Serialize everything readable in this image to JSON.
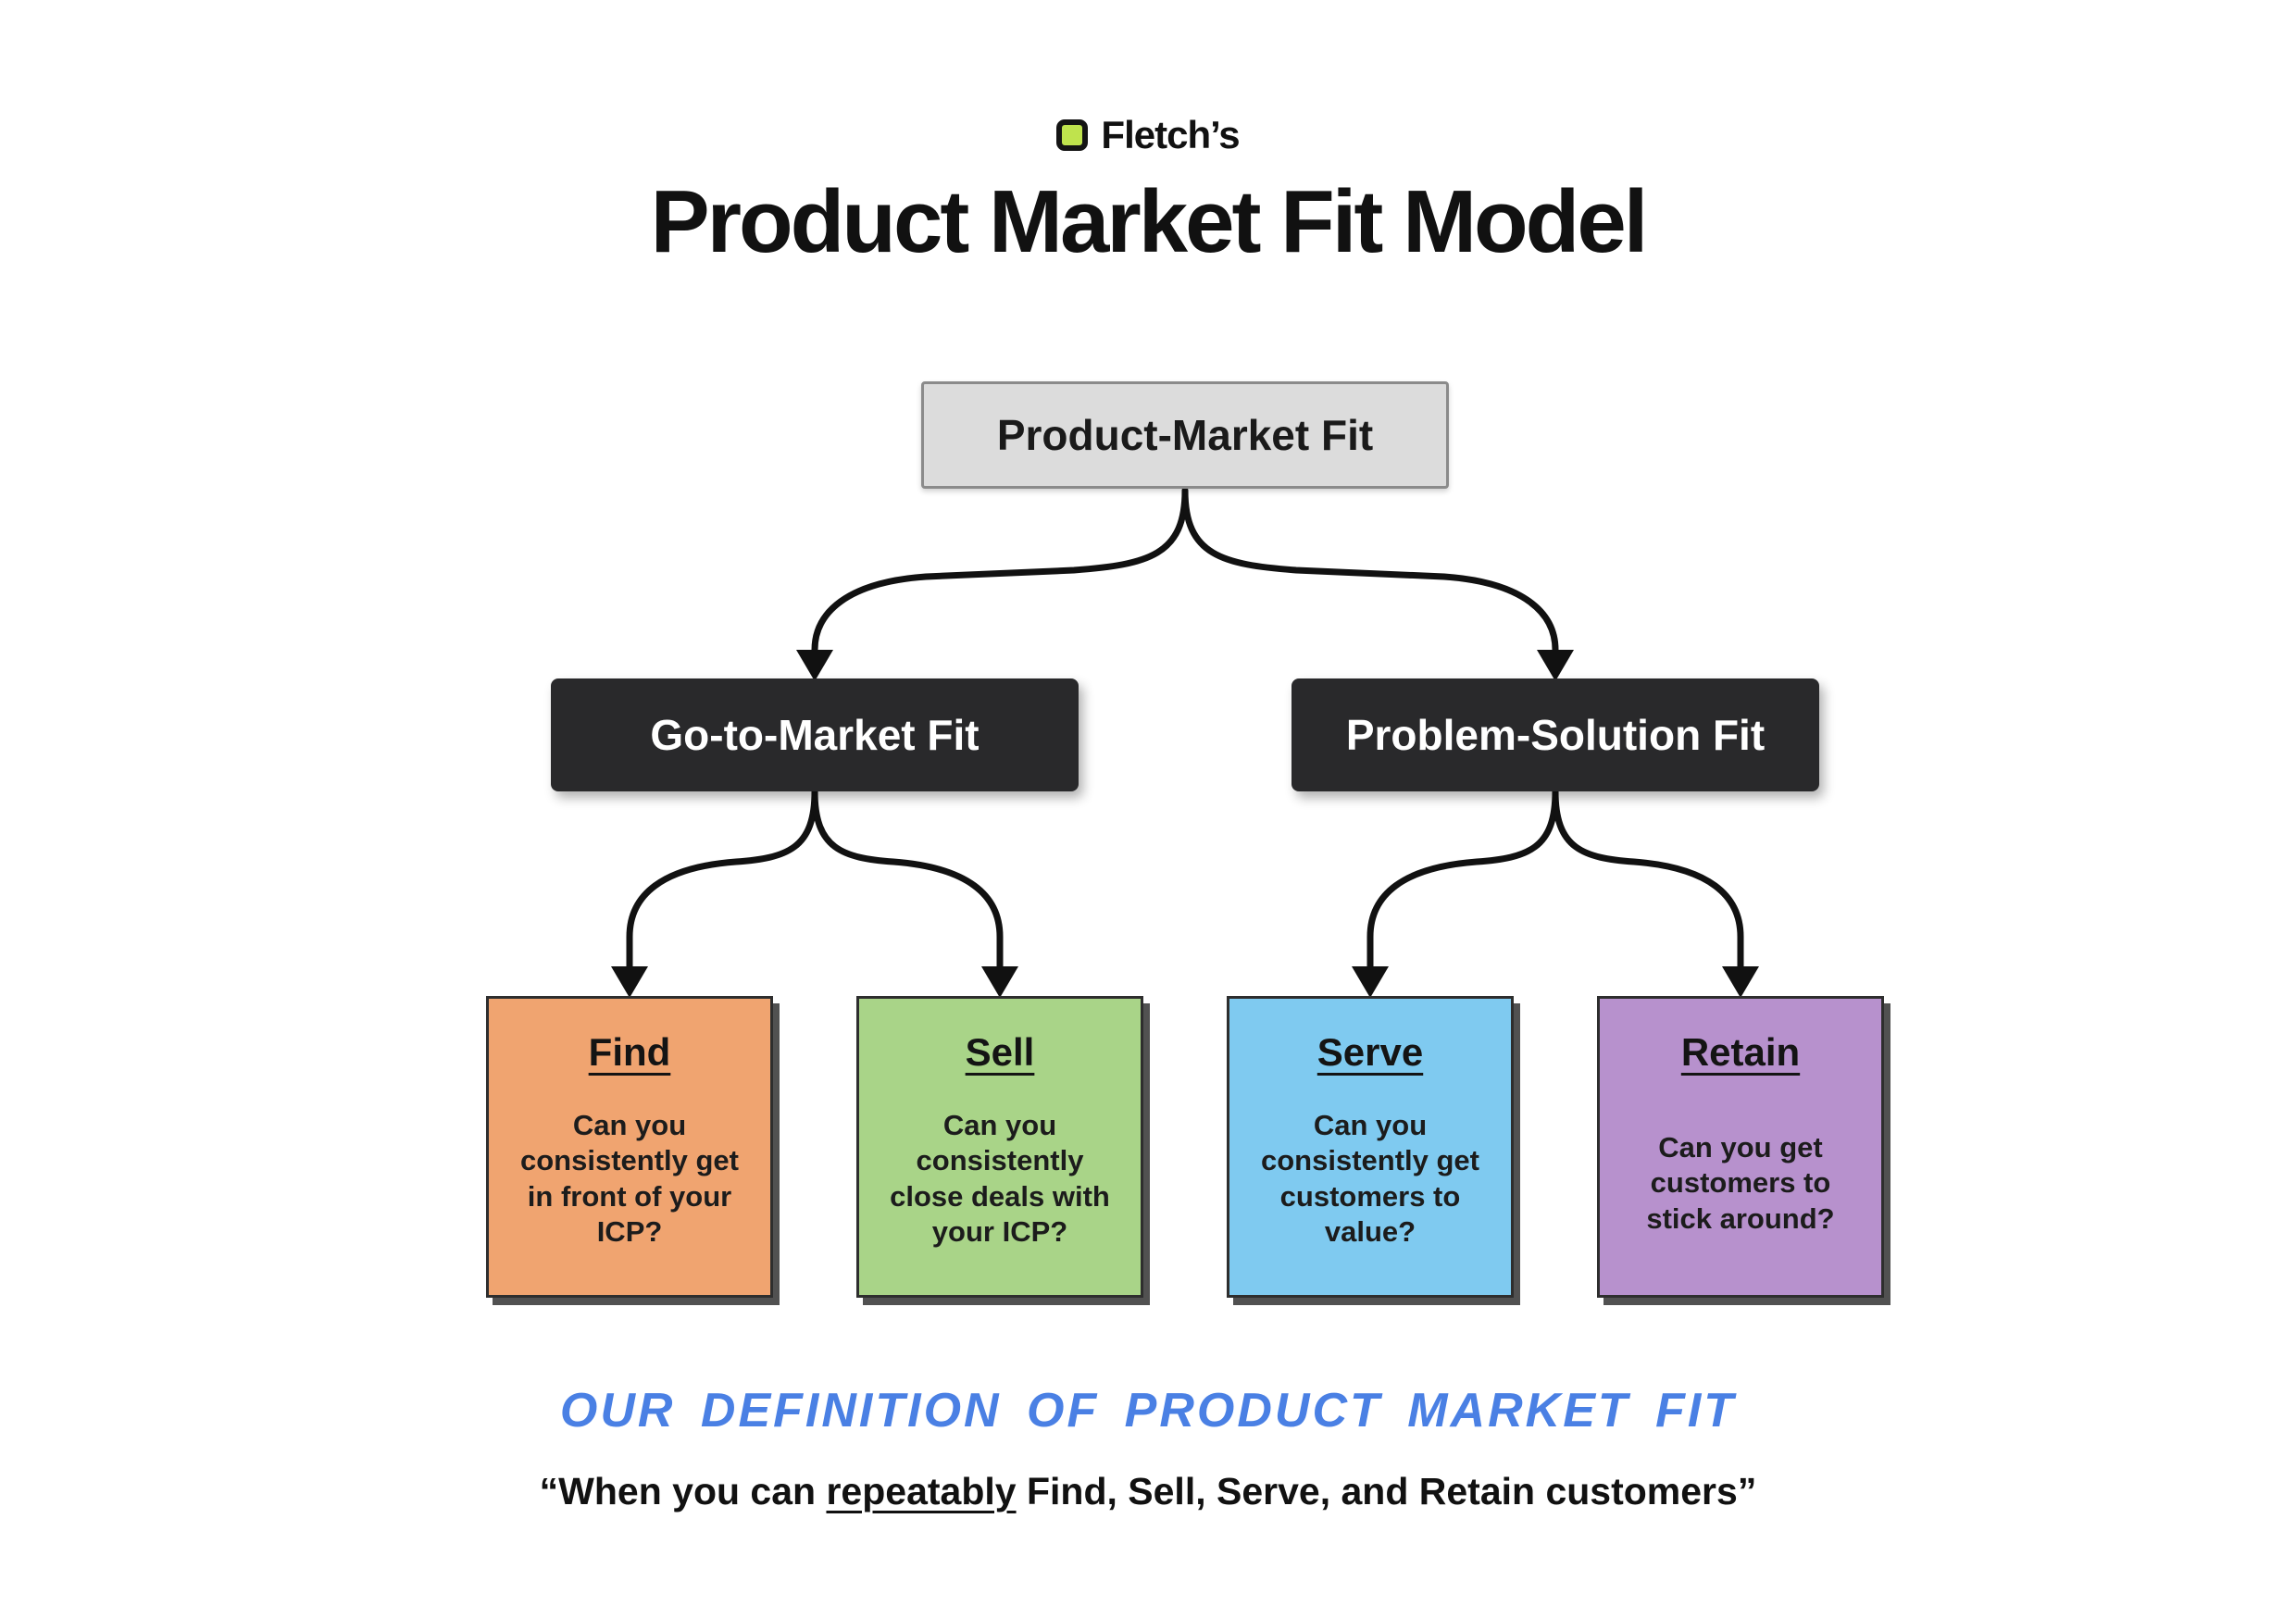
{
  "header": {
    "brand": "Fletch’s",
    "title": "Product Market Fit Model"
  },
  "root_node": {
    "label": "Product-Market Fit"
  },
  "branches": [
    {
      "label": "Go-to-Market Fit"
    },
    {
      "label": "Problem-Solution Fit"
    }
  ],
  "leaves": [
    {
      "title": "Find",
      "body": "Can you consistently get in front of your ICP?",
      "color": "#f0a470"
    },
    {
      "title": "Sell",
      "body": "Can you consistently close deals with your ICP?",
      "color": "#a9d488"
    },
    {
      "title": "Serve",
      "body": "Can you consistently get customers to value?",
      "color": "#7fcaf0"
    },
    {
      "title": "Retain",
      "body": "Can you get customers to stick around?",
      "color": "#b791cd"
    }
  ],
  "footer": {
    "definition_heading": "OUR DEFINITION OF PRODUCT MARKET FIT",
    "quote_prefix": "“When you can ",
    "quote_underlined": "repeatably",
    "quote_suffix": " Find, Sell, Serve, and Retain customers”"
  },
  "colors": {
    "branch_box": "#29292b",
    "root_box": "#dcdcdc",
    "accent_blue": "#4a80e4",
    "arrow": "#111111"
  }
}
